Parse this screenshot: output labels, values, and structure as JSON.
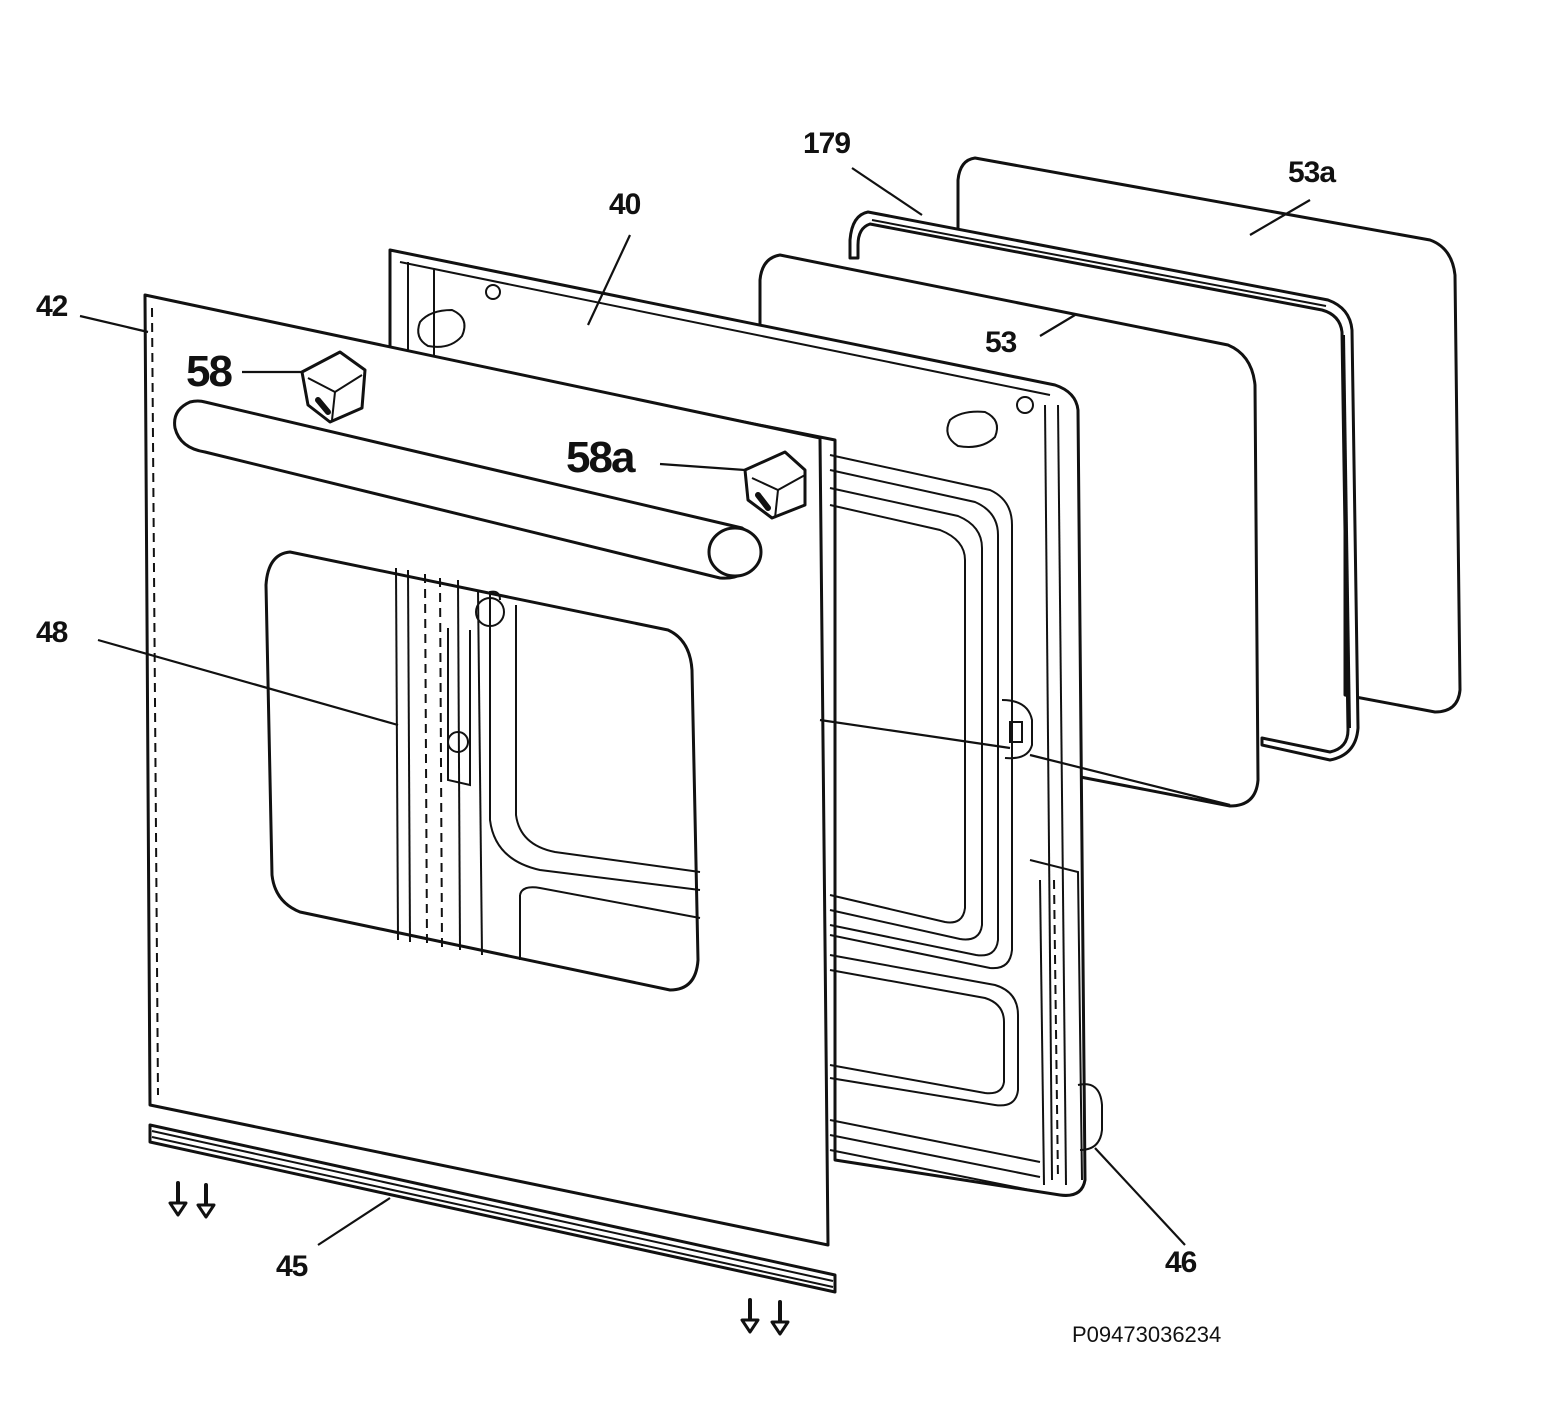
{
  "figure": {
    "reference_code": "P09473036234"
  },
  "callouts": {
    "c179": "179",
    "c53a": "53a",
    "c40": "40",
    "c42": "42",
    "c58": "58",
    "c53": "53",
    "c58a": "58a",
    "c48": "48",
    "c45": "45",
    "c46": "46"
  },
  "colors": {
    "line": "#111111",
    "background": "#ffffff"
  }
}
